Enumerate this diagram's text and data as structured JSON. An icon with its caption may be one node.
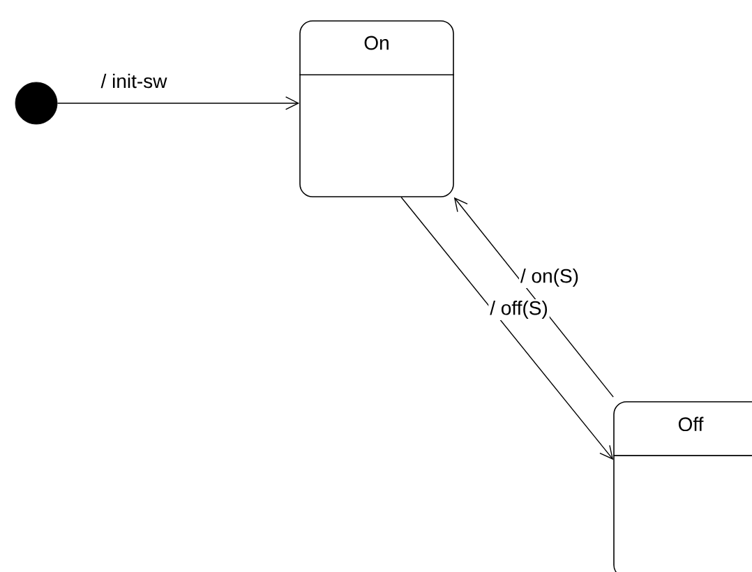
{
  "diagram": {
    "nodes": [
      {
        "text": [],
        "shape": "circle"
      },
      {
        "text": [
          "On"
        ]
      },
      {
        "text": [
          "Off"
        ]
      }
    ],
    "edges": [
      {
        "from": 0,
        "to": 1,
        "arrow": "to",
        "label": "/ init-sw"
      },
      {
        "from": 1,
        "to": 2,
        "arrow": "to",
        "label": "/ off(S)"
      },
      {
        "from": 2,
        "to": 1,
        "arrow": "to",
        "label": "/ on(S)"
      }
    ]
  }
}
